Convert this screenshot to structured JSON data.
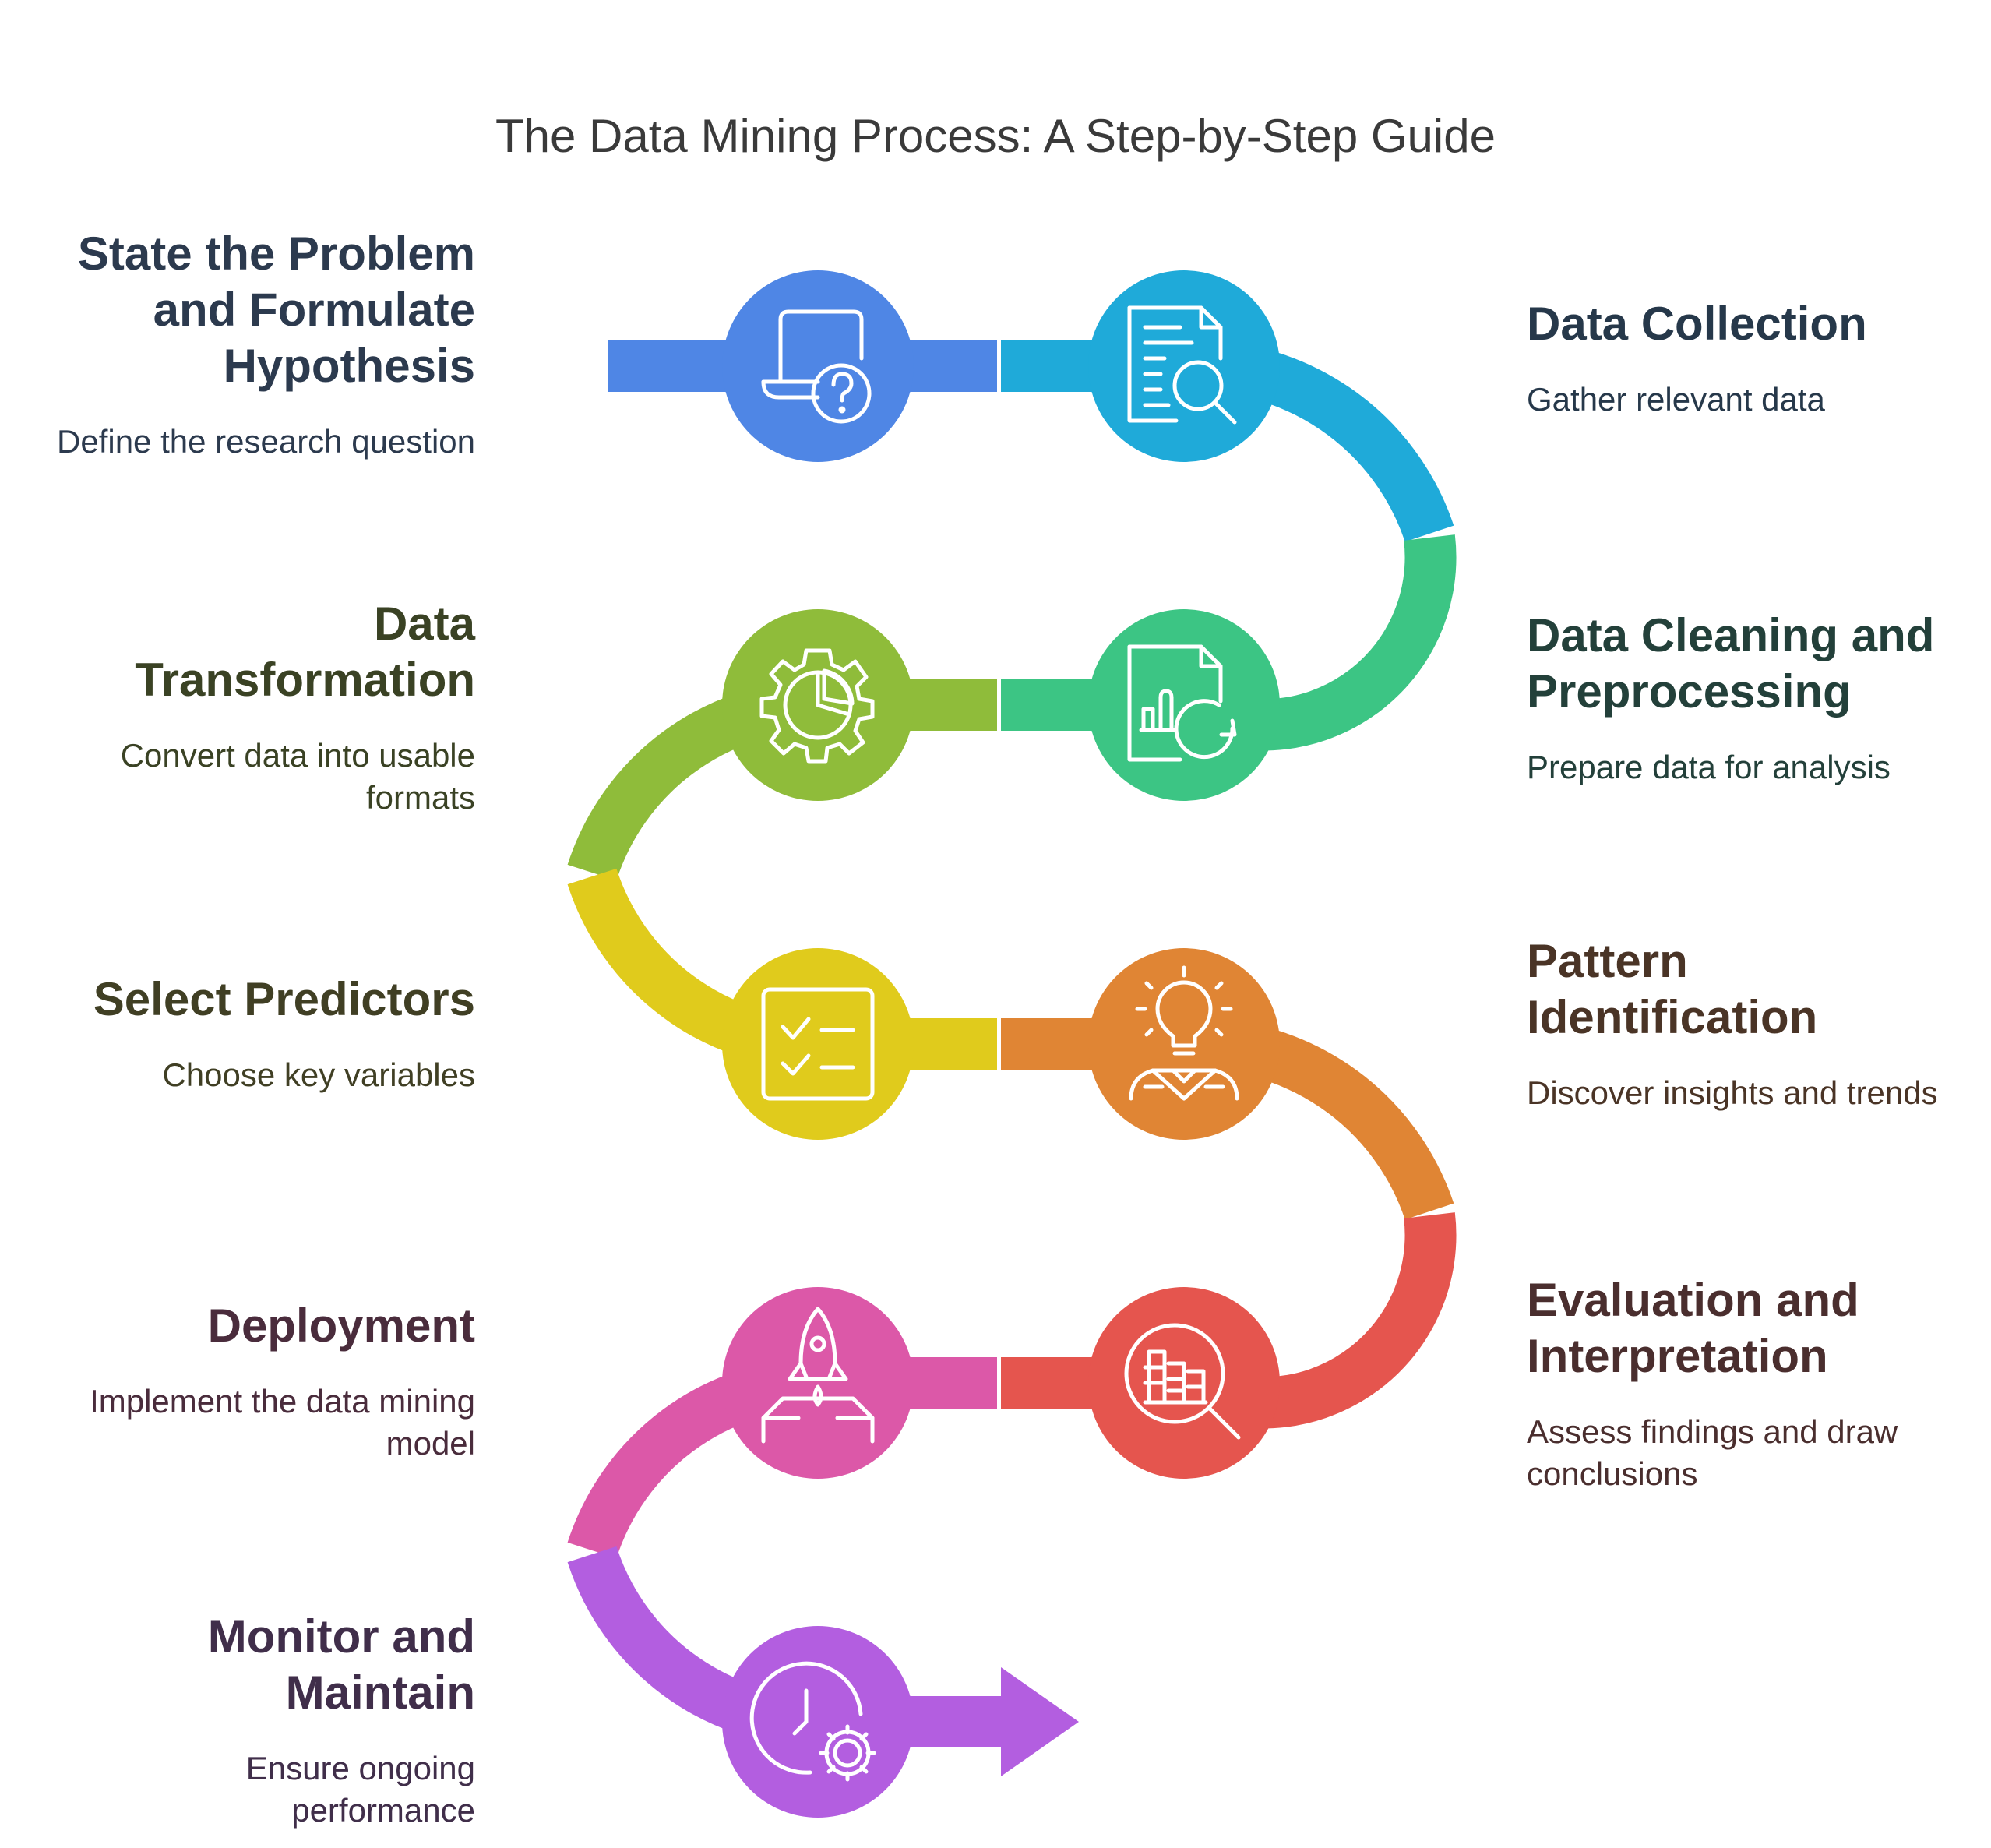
{
  "title": "The Data Mining Process: A Step-by-Step Guide",
  "steps": [
    {
      "title": "State the Problem and Formulate Hypothesis",
      "desc": "Define the research question",
      "icon": "laptop-question-icon",
      "color": "#4f86e5",
      "text_color": "#2c3a4e"
    },
    {
      "title": "Data Collection",
      "desc": "Gather relevant data",
      "icon": "document-search-icon",
      "color": "#1faad9",
      "text_color": "#26384a"
    },
    {
      "title": "Data Cleaning and Preprocessing",
      "desc": "Prepare data for analysis",
      "icon": "document-refresh-icon",
      "color": "#3cc584",
      "text_color": "#23403a"
    },
    {
      "title": "Data Transformation",
      "desc": "Convert data into usable formats",
      "icon": "gear-pie-chart-icon",
      "color": "#8fbc3a",
      "text_color": "#3a4224"
    },
    {
      "title": "Select Predictors",
      "desc": "Choose key variables",
      "icon": "checklist-icon",
      "color": "#e0cb1c",
      "text_color": "#403f24"
    },
    {
      "title": "Pattern Identification",
      "desc": "Discover insights and trends",
      "icon": "lightbulb-person-icon",
      "color": "#e08534",
      "text_color": "#4a3426"
    },
    {
      "title": "Evaluation and Interpretation",
      "desc": "Assess findings and draw conclusions",
      "icon": "magnifier-chart-icon",
      "color": "#e5554e",
      "text_color": "#4a2e2e"
    },
    {
      "title": "Deployment",
      "desc": "Implement the data mining model",
      "icon": "rocket-launch-icon",
      "color": "#dc58a8",
      "text_color": "#4a2c3c"
    },
    {
      "title": "Monitor and Maintain",
      "desc": "Ensure ongoing performance",
      "icon": "clock-gear-icon",
      "color": "#b35ee0",
      "text_color": "#402e4a"
    }
  ]
}
